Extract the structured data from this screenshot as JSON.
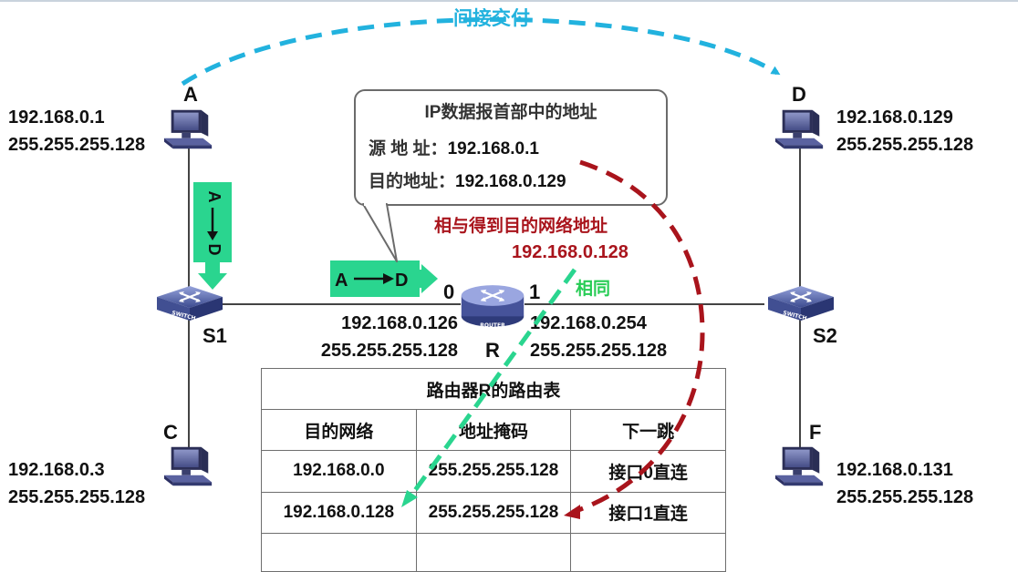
{
  "indirect_label": "间接交付",
  "hosts": {
    "A": {
      "label": "A",
      "ip": "192.168.0.1",
      "mask": "255.255.255.128"
    },
    "C": {
      "label": "C",
      "ip": "192.168.0.3",
      "mask": "255.255.255.128"
    },
    "D": {
      "label": "D",
      "ip": "192.168.0.129",
      "mask": "255.255.255.128"
    },
    "F": {
      "label": "F",
      "ip": "192.168.0.131",
      "mask": "255.255.255.128"
    }
  },
  "switches": {
    "S1": "S1",
    "S2": "S2",
    "device_text": "SWITCH"
  },
  "router": {
    "label": "R",
    "device_text": "ROUTER",
    "port0": {
      "label": "0",
      "ip": "192.168.0.126",
      "mask": "255.255.255.128"
    },
    "port1": {
      "label": "1",
      "ip": "192.168.0.254",
      "mask": "255.255.255.128"
    }
  },
  "packet": {
    "src": "A",
    "dst": "D"
  },
  "header_bubble": {
    "title": "IP数据报首部中的地址",
    "src_label": "源 地 址：",
    "src_value": "192.168.0.1",
    "dst_label": "目的地址：",
    "dst_value": "192.168.0.129"
  },
  "and_result": {
    "label": "相与得到目的网络地址",
    "value": "192.168.0.128"
  },
  "match_label": "相同",
  "colors": {
    "cyan": "#22b2de",
    "green": "#2ad58f",
    "darkred": "#a9141c",
    "match_green": "#27cc55"
  },
  "routing_table": {
    "title": "路由器R的路由表",
    "headers": [
      "目的网络",
      "地址掩码",
      "下一跳"
    ],
    "rows": [
      [
        "192.168.0.0",
        "255.255.255.128",
        "接口0直连"
      ],
      [
        "192.168.0.128",
        "255.255.255.128",
        "接口1直连"
      ],
      [
        "",
        "",
        ""
      ]
    ]
  }
}
